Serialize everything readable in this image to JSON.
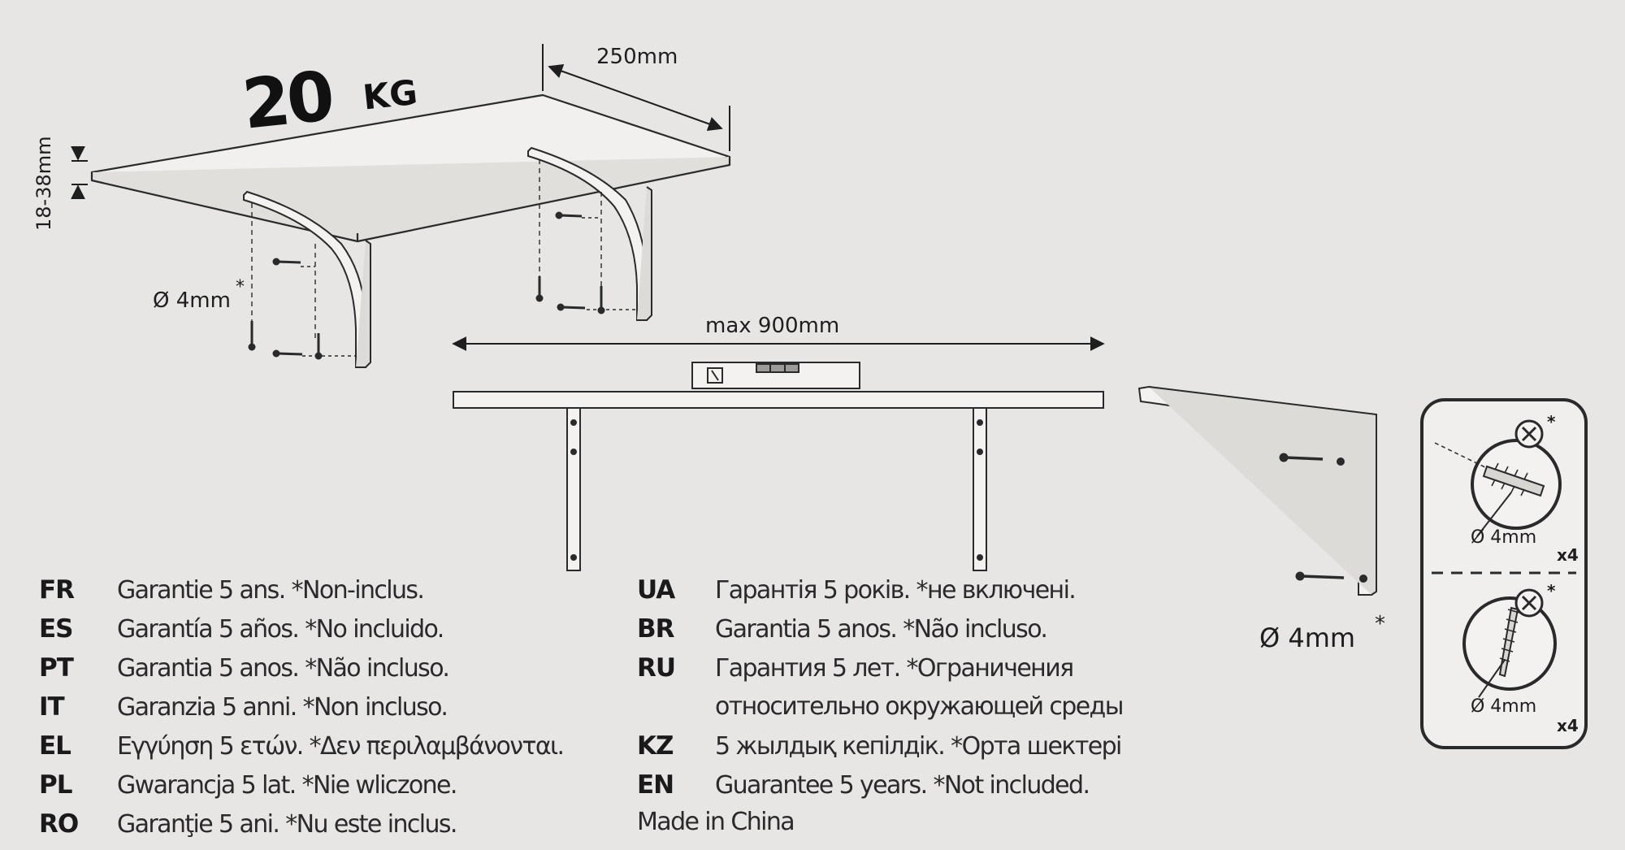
{
  "specs": {
    "max_load_value": "20",
    "max_load_unit": "KG",
    "shelf_depth": "250mm",
    "shelf_thickness": "18-38mm",
    "drill_diameter_left": "Ø 4mm",
    "drill_diameter_right": "Ø 4mm",
    "asterisk": "*",
    "max_span": "max 900mm"
  },
  "hardware": {
    "screw_diameter_top": "Ø 4mm",
    "screw_diameter_bottom": "Ø 4mm",
    "quantity_top": "x4",
    "quantity_bottom": "x4"
  },
  "warranty_left": [
    {
      "code": "FR",
      "text": "Garantie 5 ans. *Non-inclus."
    },
    {
      "code": "ES",
      "text": "Garantía 5 años.  *No incluido."
    },
    {
      "code": "PT",
      "text": "Garantia 5 anos. *Não incluso."
    },
    {
      "code": "IT",
      "text": "Garanzia 5 anni. *Non incluso."
    },
    {
      "code": "EL",
      "text": "Εγγύηση 5 ετών. *Δεν περιλαμβάνονται."
    },
    {
      "code": "PL",
      "text": "Gwarancja 5 lat. *Nie wliczone."
    },
    {
      "code": "RO",
      "text": "Garanţie 5 ani. *Nu este inclus."
    }
  ],
  "warranty_right": [
    {
      "code": "UA",
      "text": "Гарантія 5 років. *не включені."
    },
    {
      "code": "BR",
      "text": "Garantia 5 anos. *Não incluso."
    },
    {
      "code": "RU",
      "text": "Гарантия  5 лет. *Ограничения"
    },
    {
      "code": "",
      "text": "относительно окружающей среды"
    },
    {
      "code": "KZ",
      "text": "5 жылдық кепілдік. *Орта шектері"
    },
    {
      "code": "EN",
      "text": "Guarantee 5 years. *Not included."
    }
  ],
  "footer": {
    "made_in": "Made in China"
  }
}
